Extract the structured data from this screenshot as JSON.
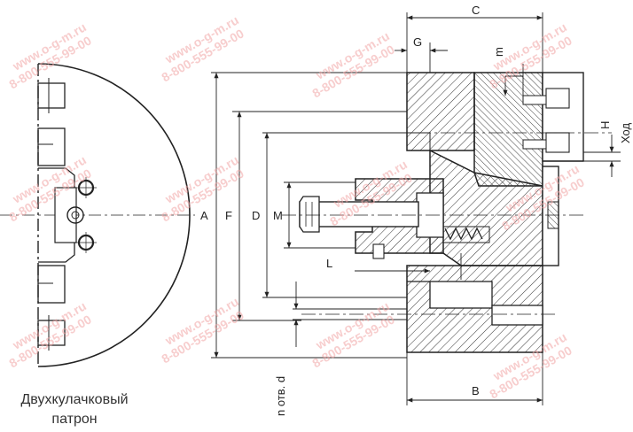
{
  "caption": {
    "line1": "Двухкулачковый",
    "line2": "патрон"
  },
  "dimensions": {
    "A": "A",
    "B": "B",
    "C": "C",
    "D": "D",
    "F": "F",
    "G": "G",
    "H": "H",
    "L": "L",
    "M": "M",
    "m": "m",
    "stroke": "Ход",
    "holes": "n отв. d"
  },
  "watermark": {
    "site": "www.o-g-m.ru",
    "phone": "8-800-555-99-00"
  },
  "colors": {
    "line": "#222222",
    "hatch": "#333333",
    "watermark": "#f2a6a6"
  }
}
